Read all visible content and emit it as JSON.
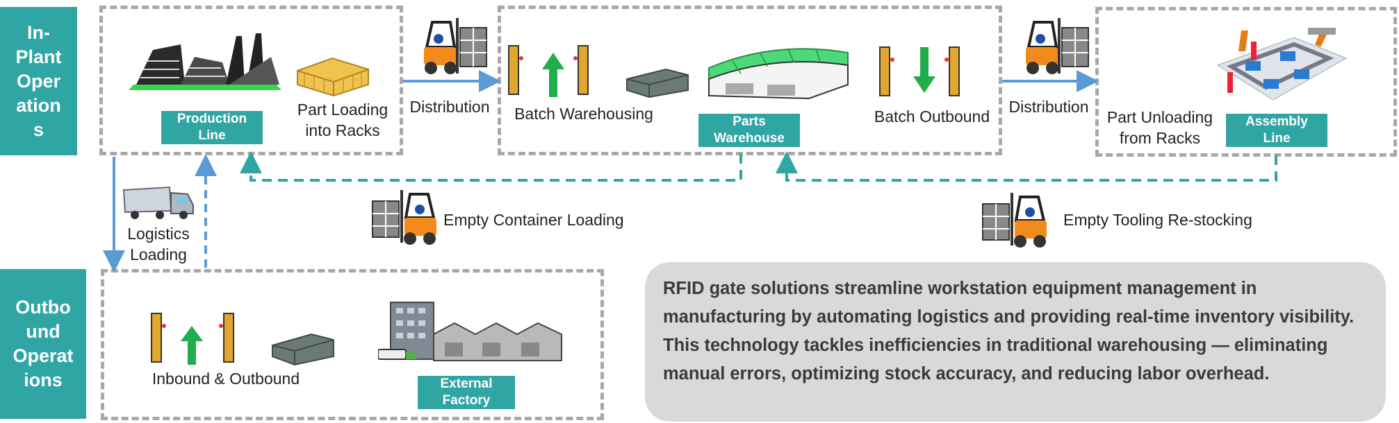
{
  "sections": {
    "in_plant": "In-\nPlant\nOper\nation\ns",
    "outbound": "Outbo\nund\nOperat\nions"
  },
  "tags": {
    "production_line": "Production\nLine",
    "parts_warehouse": "Parts\nWarehouse",
    "assembly_line": "Assembly\nLine",
    "external_factory": "External\nFactory"
  },
  "labels": {
    "part_loading": "Part Loading\ninto Racks",
    "distribution_1": "Distribution",
    "batch_warehousing": "Batch Warehousing",
    "batch_outbound": "Batch Outbound",
    "distribution_2": "Distribution",
    "part_unloading": "Part Unloading\nfrom Racks",
    "logistics_loading": "Logistics\nLoading",
    "empty_container_loading": "Empty Container Loading",
    "empty_tooling_restocking": "Empty Tooling Re-stocking",
    "inbound_outbound": "Inbound & Outbound"
  },
  "summary": "RFID gate solutions streamline workstation equipment management in manufacturing by automating logistics and providing real-time inventory visibility. This technology tackles inefficiencies in traditional warehousing — eliminating manual errors, optimizing stock accuracy, and reducing labor overhead.",
  "colors": {
    "teal": "#2fa6a4",
    "solid_arrow": "#5b9bd5",
    "dashed_return": "#2fa6a4",
    "box_border": "#a8a8a8",
    "rfid_gate": "#e0a82e",
    "up_down_arrow": "#1fae4b",
    "forklift": "#f28a1c",
    "warehouse_roof": "#4cd97a"
  },
  "icons": [
    "factory-icon",
    "crates-icon",
    "forklift-icon",
    "rfid-gate-icon",
    "pallet-stack-icon",
    "warehouse-icon",
    "assembly-line-icon",
    "truck-icon",
    "external-factory-icon"
  ]
}
